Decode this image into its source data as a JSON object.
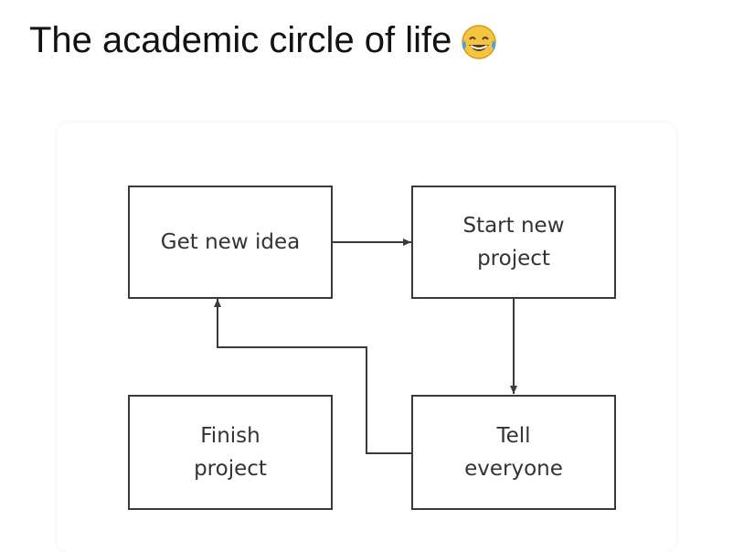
{
  "caption": {
    "text": "The academic circle of life",
    "emoji": "face-with-tears-of-joy-icon"
  },
  "diagram": {
    "nodes": {
      "get_new_idea": "Get new idea",
      "start_new_project": "Start new\nproject",
      "tell_everyone": "Tell\neveryone",
      "finish_project": "Finish\nproject"
    },
    "edges": [
      {
        "from": "Get new idea",
        "to": "Start new project"
      },
      {
        "from": "Start new project",
        "to": "Tell everyone"
      },
      {
        "from": "Tell everyone",
        "to": "Get new idea"
      }
    ],
    "line_color": "#3a3a3a",
    "text_color": "#333333"
  }
}
